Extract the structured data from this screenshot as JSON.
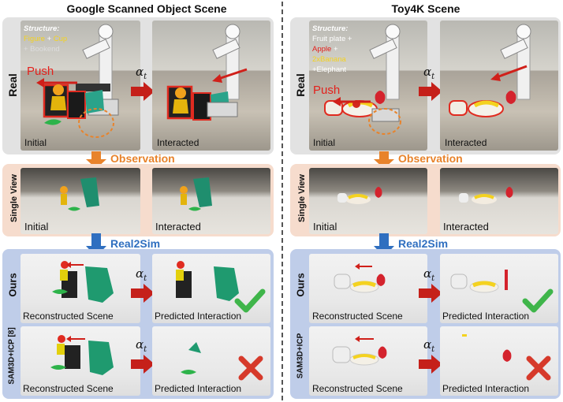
{
  "left": {
    "title": "Google Scanned Object Scene",
    "structure": {
      "heading": "Structure:",
      "line1_a": "Figure",
      "line1_plus": " + ",
      "line1_b": "Cup",
      "line2": "+ Bookend"
    },
    "push": "Push",
    "real_initial": "Initial",
    "real_interacted": "Interacted",
    "single_initial": "Initial",
    "single_interacted": "Interacted",
    "ours_recon": "Reconstructed Scene",
    "ours_pred": "Predicted Interaction",
    "base_recon": "Reconstructed Scene",
    "base_pred": "Predicted Interaction"
  },
  "right": {
    "title": "Toy4K Scene",
    "structure": {
      "heading": "Structure:",
      "line1": "Fruit plate +",
      "line2_a": "Apple",
      "line2_b": " +",
      "line3": "2xBanana",
      "line4": "+Elephant"
    },
    "push": "Push",
    "real_initial": "Initial",
    "real_interacted": "Interacted",
    "single_initial": "Initial",
    "single_interacted": "Interacted",
    "ours_recon": "Reconstructed Scene",
    "ours_pred": "Predicted Interaction",
    "base_recon": "Reconstructed Scene",
    "base_pred": "Predicted Interaction"
  },
  "labels": {
    "real": "Real",
    "single_view": "Single View",
    "ours": "Ours",
    "baseline": "SAM3D+ICP [8]",
    "baseline_right": "SAM3D+ICP",
    "observation": "Observation",
    "real2sim": "Real2Sim",
    "alpha": "α",
    "alpha_sub": "t"
  },
  "colors": {
    "orange": "#e8832b",
    "blue": "#2f6fc0",
    "red_arrow": "#d0201a",
    "check": "#3fb54a",
    "cross": "#d63a2b",
    "yellow": "#f4d21f",
    "red_text": "#e3211c"
  }
}
